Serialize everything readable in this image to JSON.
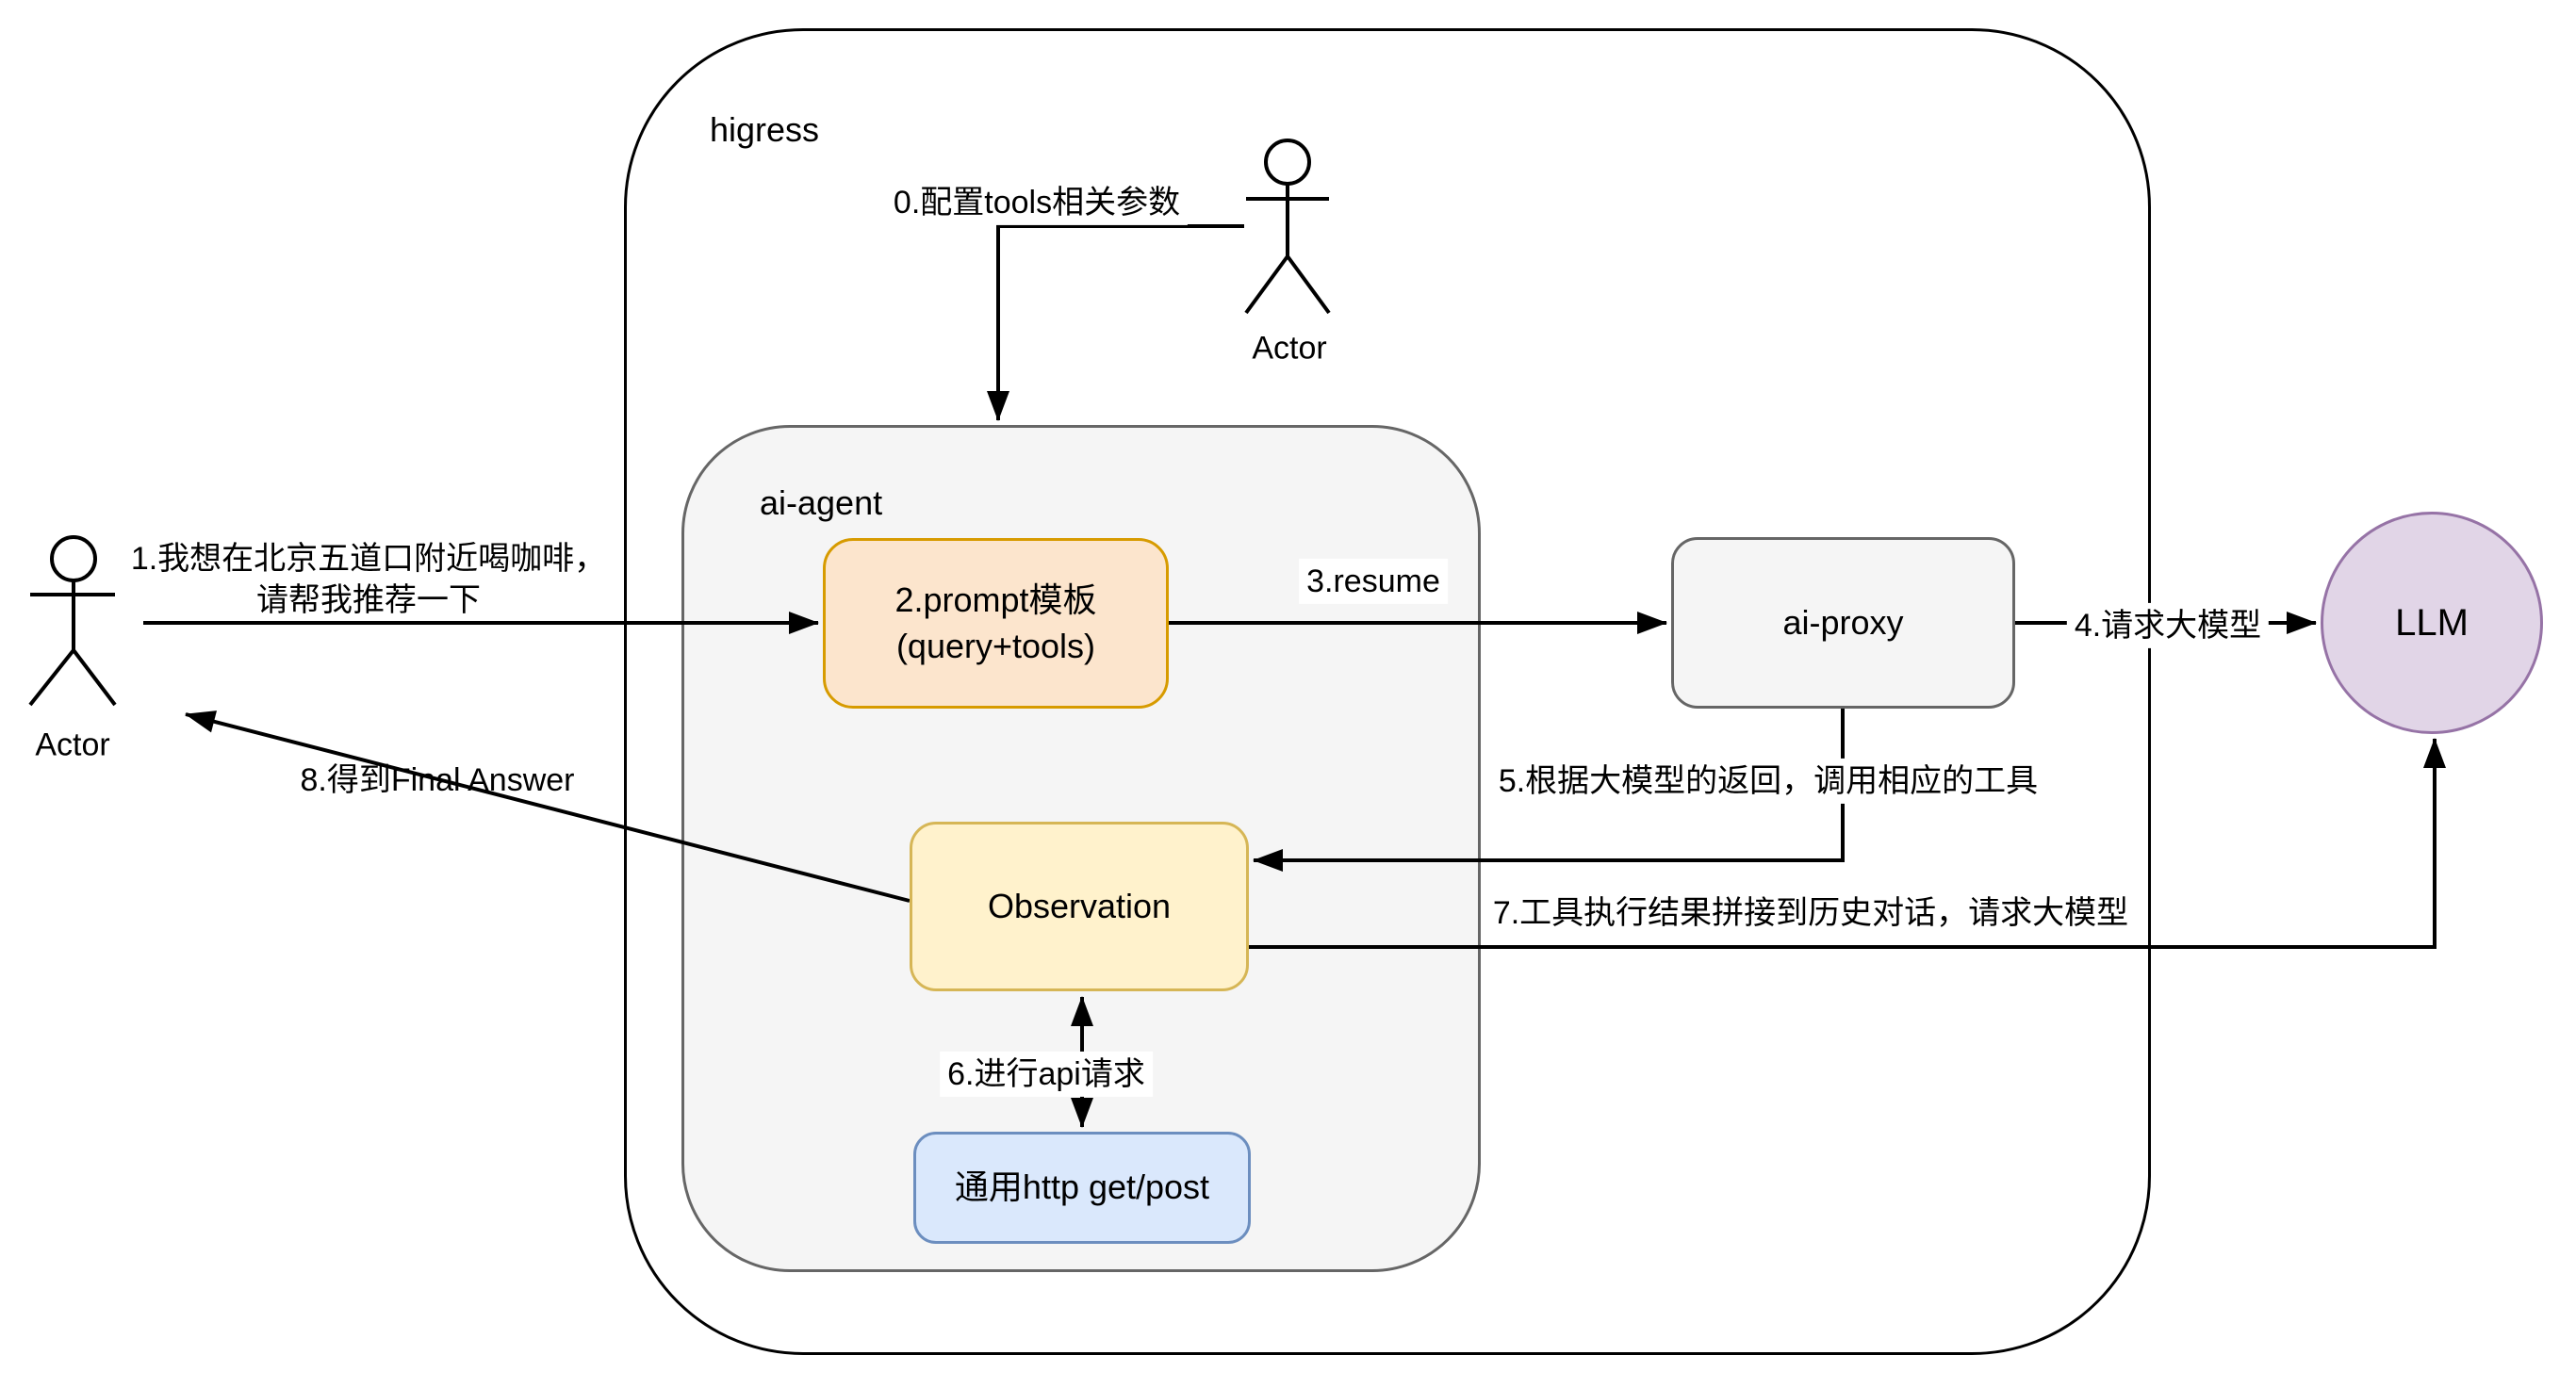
{
  "diagram": {
    "containers": {
      "higress": {
        "label": "higress"
      },
      "ai_agent": {
        "label": "ai-agent"
      }
    },
    "actors": {
      "top": {
        "label": "Actor"
      },
      "left": {
        "label": "Actor"
      }
    },
    "nodes": {
      "prompt_template": {
        "line1": "2.prompt模板",
        "line2": "(query+tools)",
        "fill": "#fce5cd",
        "border": "#d79b00"
      },
      "observation": {
        "label": "Observation",
        "fill": "#fff2cc",
        "border": "#d6b656"
      },
      "http_tool": {
        "label": "通用http get/post",
        "fill": "#dae8fc",
        "border": "#6c8ebf"
      },
      "ai_proxy": {
        "label": "ai-proxy",
        "fill": "#f5f5f5",
        "border": "#666666"
      },
      "llm": {
        "label": "LLM",
        "fill": "#e1d5e7",
        "border": "#9673a6"
      }
    },
    "edge_labels": {
      "step0": "0.配置tools相关参数",
      "step1_line1": "1.我想在北京五道口附近喝咖啡，",
      "step1_line2": "请帮我推荐一下",
      "step3": "3.resume",
      "step4": "4.请求大模型",
      "step5": "5.根据大模型的返回，调用相应的工具",
      "step6": "6.进行api请求",
      "step7": "7.工具执行结果拼接到历史对话，请求大模型",
      "step8": "8.得到Final Answer"
    }
  }
}
